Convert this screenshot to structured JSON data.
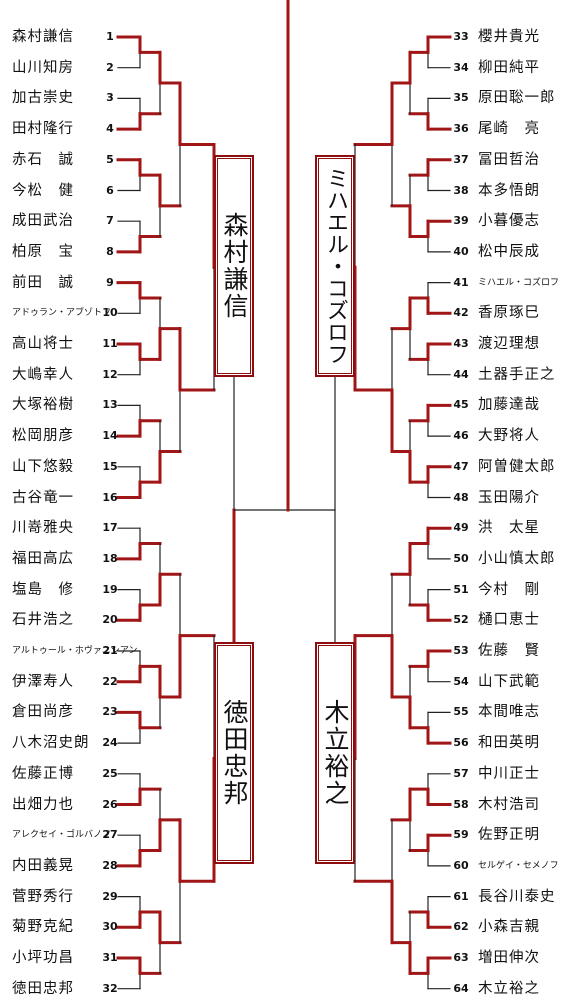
{
  "left_players": [
    {
      "name": "森村謙信",
      "seed": "1"
    },
    {
      "name": "山川知房",
      "seed": "2"
    },
    {
      "name": "加古崇史",
      "seed": "3"
    },
    {
      "name": "田村隆行",
      "seed": "4"
    },
    {
      "name": "赤石　誠",
      "seed": "5"
    },
    {
      "name": "今松　健",
      "seed": "6"
    },
    {
      "name": "成田武治",
      "seed": "7"
    },
    {
      "name": "柏原　宝",
      "seed": "8"
    },
    {
      "name": "前田　誠",
      "seed": "9"
    },
    {
      "name": "アドゥラン・アブゾトフ",
      "seed": "10"
    },
    {
      "name": "高山将士",
      "seed": "11"
    },
    {
      "name": "大嶋幸人",
      "seed": "12"
    },
    {
      "name": "大塚裕樹",
      "seed": "13"
    },
    {
      "name": "松岡朋彦",
      "seed": "14"
    },
    {
      "name": "山下悠毅",
      "seed": "15"
    },
    {
      "name": "古谷竜一",
      "seed": "16"
    },
    {
      "name": "川嵜雅央",
      "seed": "17"
    },
    {
      "name": "福田高広",
      "seed": "18"
    },
    {
      "name": "塩島　修",
      "seed": "19"
    },
    {
      "name": "石井浩之",
      "seed": "20"
    },
    {
      "name": "アルトゥール・ホヴァニシアン",
      "seed": "21"
    },
    {
      "name": "伊澤寿人",
      "seed": "22"
    },
    {
      "name": "倉田尚彦",
      "seed": "23"
    },
    {
      "name": "八木沼史朗",
      "seed": "24"
    },
    {
      "name": "佐藤正博",
      "seed": "25"
    },
    {
      "name": "出畑力也",
      "seed": "26"
    },
    {
      "name": "アレクセイ・ゴルバノフ",
      "seed": "27"
    },
    {
      "name": "内田義晃",
      "seed": "28"
    },
    {
      "name": "菅野秀行",
      "seed": "29"
    },
    {
      "name": "菊野克紀",
      "seed": "30"
    },
    {
      "name": "小坪功昌",
      "seed": "31"
    },
    {
      "name": "徳田忠邦",
      "seed": "32"
    }
  ],
  "right_players": [
    {
      "name": "櫻井貴光",
      "seed": "33"
    },
    {
      "name": "柳田純平",
      "seed": "34"
    },
    {
      "name": "原田聡一郎",
      "seed": "35"
    },
    {
      "name": "尾崎　亮",
      "seed": "36"
    },
    {
      "name": "冨田哲治",
      "seed": "37"
    },
    {
      "name": "本多悟朗",
      "seed": "38"
    },
    {
      "name": "小暮優志",
      "seed": "39"
    },
    {
      "name": "松中辰成",
      "seed": "40"
    },
    {
      "name": "ミハエル・コズロフ",
      "seed": "41"
    },
    {
      "name": "香原琢巳",
      "seed": "42"
    },
    {
      "name": "渡辺理想",
      "seed": "43"
    },
    {
      "name": "土器手正之",
      "seed": "44"
    },
    {
      "name": "加藤達哉",
      "seed": "45"
    },
    {
      "name": "大野将人",
      "seed": "46"
    },
    {
      "name": "阿曽健太郎",
      "seed": "47"
    },
    {
      "name": "玉田陽介",
      "seed": "48"
    },
    {
      "name": "洪　太星",
      "seed": "49"
    },
    {
      "name": "小山慎太郎",
      "seed": "50"
    },
    {
      "name": "今村　剛",
      "seed": "51"
    },
    {
      "name": "樋口恵士",
      "seed": "52"
    },
    {
      "name": "佐藤　賢",
      "seed": "53"
    },
    {
      "name": "山下武範",
      "seed": "54"
    },
    {
      "name": "本間唯志",
      "seed": "55"
    },
    {
      "name": "和田英明",
      "seed": "56"
    },
    {
      "name": "中川正士",
      "seed": "57"
    },
    {
      "name": "木村浩司",
      "seed": "58"
    },
    {
      "name": "佐野正明",
      "seed": "59"
    },
    {
      "name": "セルゲイ・セメノフ",
      "seed": "60"
    },
    {
      "name": "長谷川泰史",
      "seed": "61"
    },
    {
      "name": "小森吉親",
      "seed": "62"
    },
    {
      "name": "増田伸次",
      "seed": "63"
    },
    {
      "name": "木立裕之",
      "seed": "64"
    }
  ],
  "semifinalists": {
    "top_left": "森村謙信",
    "bottom_left": "徳田忠邦",
    "top_right": "ミハエル・コズロフ",
    "bottom_right": "木立裕之"
  },
  "colors": {
    "winner_line": "#a01516",
    "plain_line": "#222222"
  }
}
